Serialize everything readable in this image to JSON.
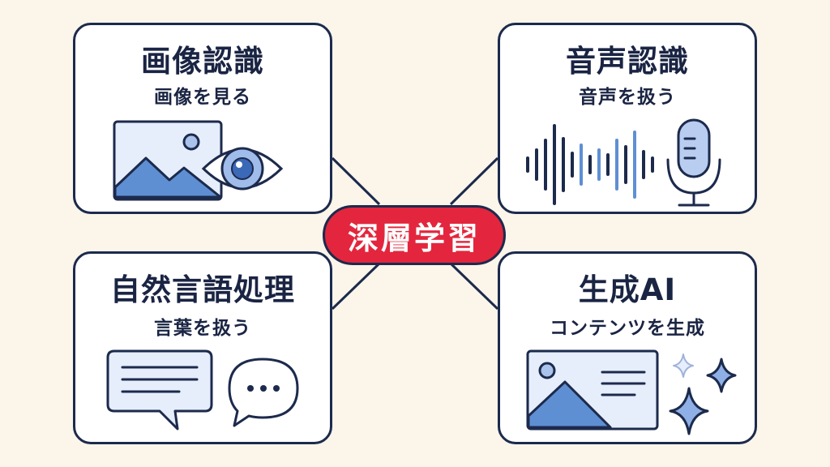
{
  "center": {
    "label": "深層学習"
  },
  "cards": {
    "image_recognition": {
      "title": "画像認識",
      "subtitle": "画像を見る"
    },
    "speech_recognition": {
      "title": "音声認識",
      "subtitle": "音声を扱う"
    },
    "nlp": {
      "title": "自然言語処理",
      "subtitle": "言葉を扱う"
    },
    "generative_ai": {
      "title": "生成AI",
      "subtitle": "コンテンツを生成"
    }
  },
  "colors": {
    "background": "#fbf5ea",
    "outline": "#1c2a4c",
    "accent_red": "#e3263d",
    "illustration_blue": "#5f8fd3",
    "light_blue": "#e6eefb"
  },
  "icons": [
    "landscape-photo-icon",
    "eye-icon",
    "sound-wave-icon",
    "microphone-icon",
    "chat-bubble-icon",
    "typing-bubble-icon",
    "generated-image-icon",
    "sparkle-icon"
  ]
}
